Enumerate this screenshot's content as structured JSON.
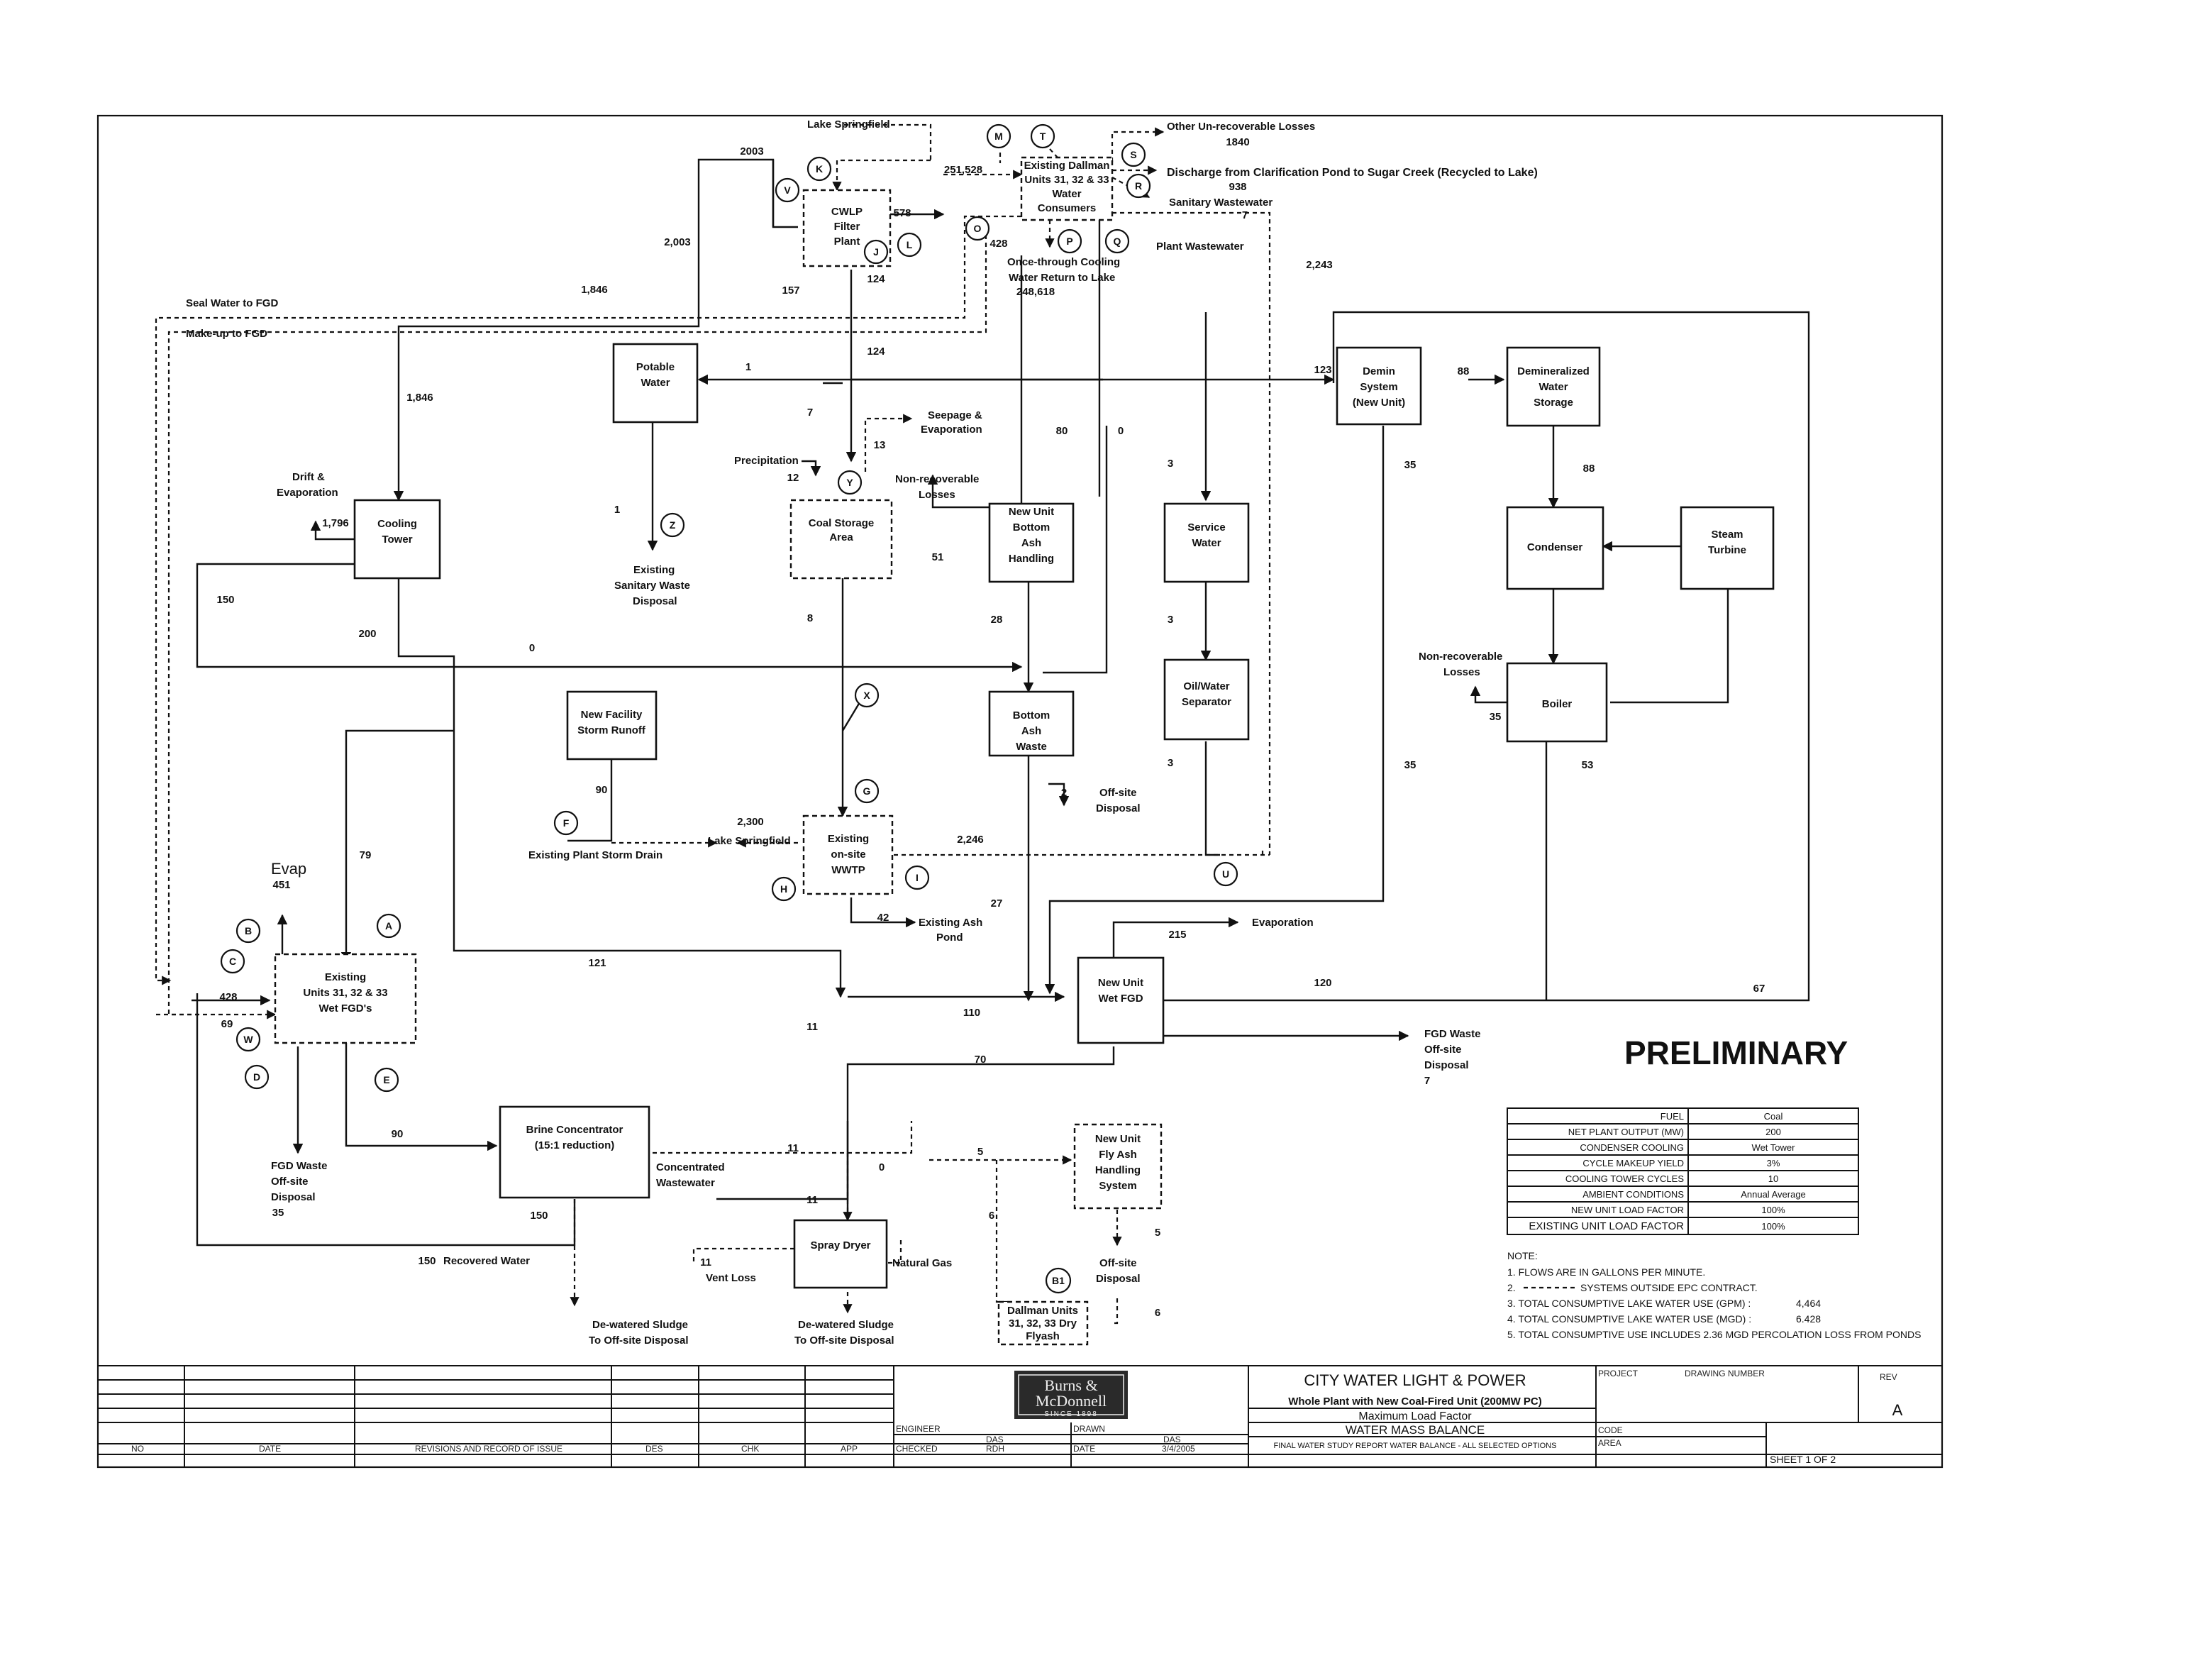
{
  "title_block": {
    "company": "CITY WATER LIGHT & POWER",
    "project": "Whole Plant with New Coal-Fired Unit (200MW PC)",
    "condition": "Maximum Load Factor",
    "drawing_title": "WATER MASS BALANCE",
    "subtitle": "FINAL WATER STUDY REPORT WATER BALANCE - ALL SELECTED OPTIONS",
    "sheet": "SHEET 1 OF 2",
    "rev_label": "REV",
    "rev": "A",
    "project_label": "PROJECT",
    "drawing_number_label": "DRAWING NUMBER",
    "code_label": "CODE",
    "area_label": "AREA",
    "logo_line1": "Burns &",
    "logo_line2": "McDonnell",
    "logo_line3": "SINCE 1898",
    "engineer_label": "ENGINEER",
    "engineer": "DAS",
    "drawn_label": "DRAWN",
    "drawn": "DAS",
    "checked_label": "CHECKED",
    "checked": "RDH",
    "date_label": "DATE",
    "date": "3/4/2005",
    "col_no": "NO",
    "col_date": "DATE",
    "col_revisions": "REVISIONS AND RECORD OF ISSUE",
    "col_des": "DES",
    "col_chk": "CHK",
    "col_app": "APP"
  },
  "stamp": "PRELIMINARY",
  "parameters": [
    {
      "label": "FUEL",
      "value": "Coal"
    },
    {
      "label": "NET PLANT OUTPUT (MW)",
      "value": "200"
    },
    {
      "label": "CONDENSER COOLING",
      "value": "Wet Tower"
    },
    {
      "label": "CYCLE MAKEUP YIELD",
      "value": "3%"
    },
    {
      "label": "COOLING TOWER CYCLES",
      "value": "10"
    },
    {
      "label": "AMBIENT CONDITIONS",
      "value": "Annual Average"
    },
    {
      "label": "NEW UNIT LOAD FACTOR",
      "value": "100%"
    },
    {
      "label": "EXISTING UNIT LOAD FACTOR",
      "value": "100%"
    }
  ],
  "notes": {
    "heading": "NOTE:",
    "n1": "1. FLOWS ARE IN GALLONS PER MINUTE.",
    "n2_num": "2.",
    "n2": "SYSTEMS OUTSIDE EPC CONTRACT.",
    "n3": "3. TOTAL CONSUMPTIVE LAKE WATER USE (GPM) :",
    "n3_value": "4,464",
    "n4": "4. TOTAL CONSUMPTIVE LAKE WATER USE (MGD) :",
    "n4_value": "6.428",
    "n5": "5. TOTAL CONSUMPTIVE USE INCLUDES 2.36 MGD PERCOLATION LOSS FROM PONDS"
  },
  "nodes": {
    "cwlp": [
      "CWLP",
      "Filter",
      "Plant"
    ],
    "dallman": [
      "Existing Dallman",
      "Units 31, 32 & 33",
      "Water",
      "Consumers"
    ],
    "potable": [
      "Potable",
      "Water"
    ],
    "demin": [
      "Demin",
      "System",
      "(New Unit)"
    ],
    "demin_storage": [
      "Demineralized",
      "Water",
      "Storage"
    ],
    "cooling_tower": [
      "Cooling",
      "Tower"
    ],
    "coal_storage": [
      "Coal Storage",
      "Area"
    ],
    "bottom_ash_handling": [
      "New Unit",
      "Bottom",
      "Ash",
      "Handling"
    ],
    "service_water": [
      "Service",
      "Water"
    ],
    "condenser": [
      "Condenser"
    ],
    "steam_turbine": [
      "Steam",
      "Turbine"
    ],
    "boiler": [
      "Boiler"
    ],
    "oil_water": [
      "Oil/Water",
      "Separator"
    ],
    "bottom_ash_waste": [
      "Bottom",
      "Ash",
      "Waste"
    ],
    "storm_runoff": [
      "New Facility",
      "Storm Runoff"
    ],
    "wwtp": [
      "Existing",
      "on-site",
      "WWTP"
    ],
    "existing_fgd": [
      "Existing",
      "Units 31, 32 & 33",
      "Wet FGD's"
    ],
    "new_fgd": [
      "New Unit",
      "Wet FGD"
    ],
    "brine": [
      "Brine Concentrator",
      "(15:1 reduction)"
    ],
    "spray_dryer": [
      "Spray Dryer"
    ],
    "fly_ash": [
      "New Unit",
      "Fly Ash",
      "Handling",
      "System"
    ],
    "dallman_flyash": [
      "Dallman Units",
      "31, 32, 33 Dry",
      "Flyash"
    ]
  },
  "labels": {
    "lake_springfield_top": "Lake Springfield",
    "other_losses": "Other Un-recoverable Losses",
    "discharge": "Discharge from Clarification Pond to Sugar Creek (Recycled to Lake)",
    "sanitary_ww": "Sanitary Wastewater",
    "plant_ww": "Plant Wastewater",
    "once_through": [
      "Once-through Cooling",
      "Water Return to Lake"
    ],
    "seal_water": "Seal Water to FGD",
    "makeup": "Make-up to FGD",
    "seepage": [
      "Seepage &",
      "Evaporation"
    ],
    "precip": "Precipitation",
    "nonrec_losses_1": [
      "Non-recoverable",
      "Losses"
    ],
    "drift": [
      "Drift &",
      "Evaporation"
    ],
    "sanitary_disposal": [
      "Existing",
      "Sanitary Waste",
      "Disposal"
    ],
    "nonrec_losses_2": [
      "Non-recoverable",
      "Losses"
    ],
    "offsite_disposal": [
      "Off-site",
      "Disposal"
    ],
    "storm_drain": "Existing Plant Storm Drain",
    "lake_springfield_mid": "Lake Springfield",
    "ash_pond": [
      "Existing Ash",
      "Pond"
    ],
    "evaporation": "Evaporation",
    "evap": "Evap",
    "fgd_waste_new": [
      "FGD Waste",
      "Off-site",
      "Disposal"
    ],
    "fgd_waste_existing": [
      "FGD Waste",
      "Off-site",
      "Disposal"
    ],
    "conc_ww": [
      "Concentrated",
      "Wastewater"
    ],
    "recovered": "Recovered Water",
    "vent_loss": "Vent Loss",
    "natural_gas": "Natural Gas",
    "sludge_1": [
      "De-watered Sludge",
      "To Off-site Disposal"
    ],
    "sludge_2": [
      "De-watered Sludge",
      "To Off-site Disposal"
    ],
    "offsite_disposal_2": [
      "Off-site",
      "Disposal"
    ]
  },
  "bubbles": [
    "M",
    "T",
    "S",
    "R",
    "K",
    "V",
    "O",
    "P",
    "Q",
    "J",
    "L",
    "Z",
    "Y",
    "X",
    "G",
    "F",
    "H",
    "I",
    "U",
    "A",
    "B",
    "C",
    "W",
    "D",
    "E",
    "B1"
  ],
  "flows": {
    "f2003a": "2003",
    "f2003b": "2,003",
    "f251528": "251,528",
    "f578": "578",
    "f1840": "1840",
    "f938": "938",
    "f7a": "7",
    "f428a": "428",
    "f124a": "124",
    "f248618": "248,618",
    "f2243": "2,243",
    "f1846a": "1,846",
    "f157": "157",
    "f124b": "124",
    "f1a": "1",
    "f123": "123",
    "f88a": "88",
    "f88b": "88",
    "f1846b": "1,846",
    "f7b": "7",
    "f13": "13",
    "f12": "12",
    "f80": "80",
    "f0a": "0",
    "f35a": "35",
    "f3a": "3",
    "f1796": "1,796",
    "f1b": "1",
    "f51": "51",
    "f150a": "150",
    "f200": "200",
    "f8": "8",
    "f28": "28",
    "f3b": "3",
    "f0b": "0",
    "f35b": "35",
    "f35c": "35",
    "f53": "53",
    "f3c": "3",
    "f90a": "90",
    "f2": "2",
    "f2300": "2,300",
    "f2246": "2,246",
    "f451": "451",
    "f79": "79",
    "f27": "27",
    "f42": "42",
    "f215": "215",
    "f428b": "428",
    "f69": "69",
    "f121": "121",
    "f120": "120",
    "f67": "67",
    "f11a": "11",
    "f110": "110",
    "f70": "70",
    "f7c": "7",
    "f90b": "90",
    "f11b": "11",
    "f0c": "0",
    "f5a": "5",
    "f11c": "11",
    "f35d": "35",
    "f150b": "150",
    "f6a": "6",
    "f5b": "5",
    "f11d": "11",
    "f150c": "150",
    "f6b": "6"
  }
}
